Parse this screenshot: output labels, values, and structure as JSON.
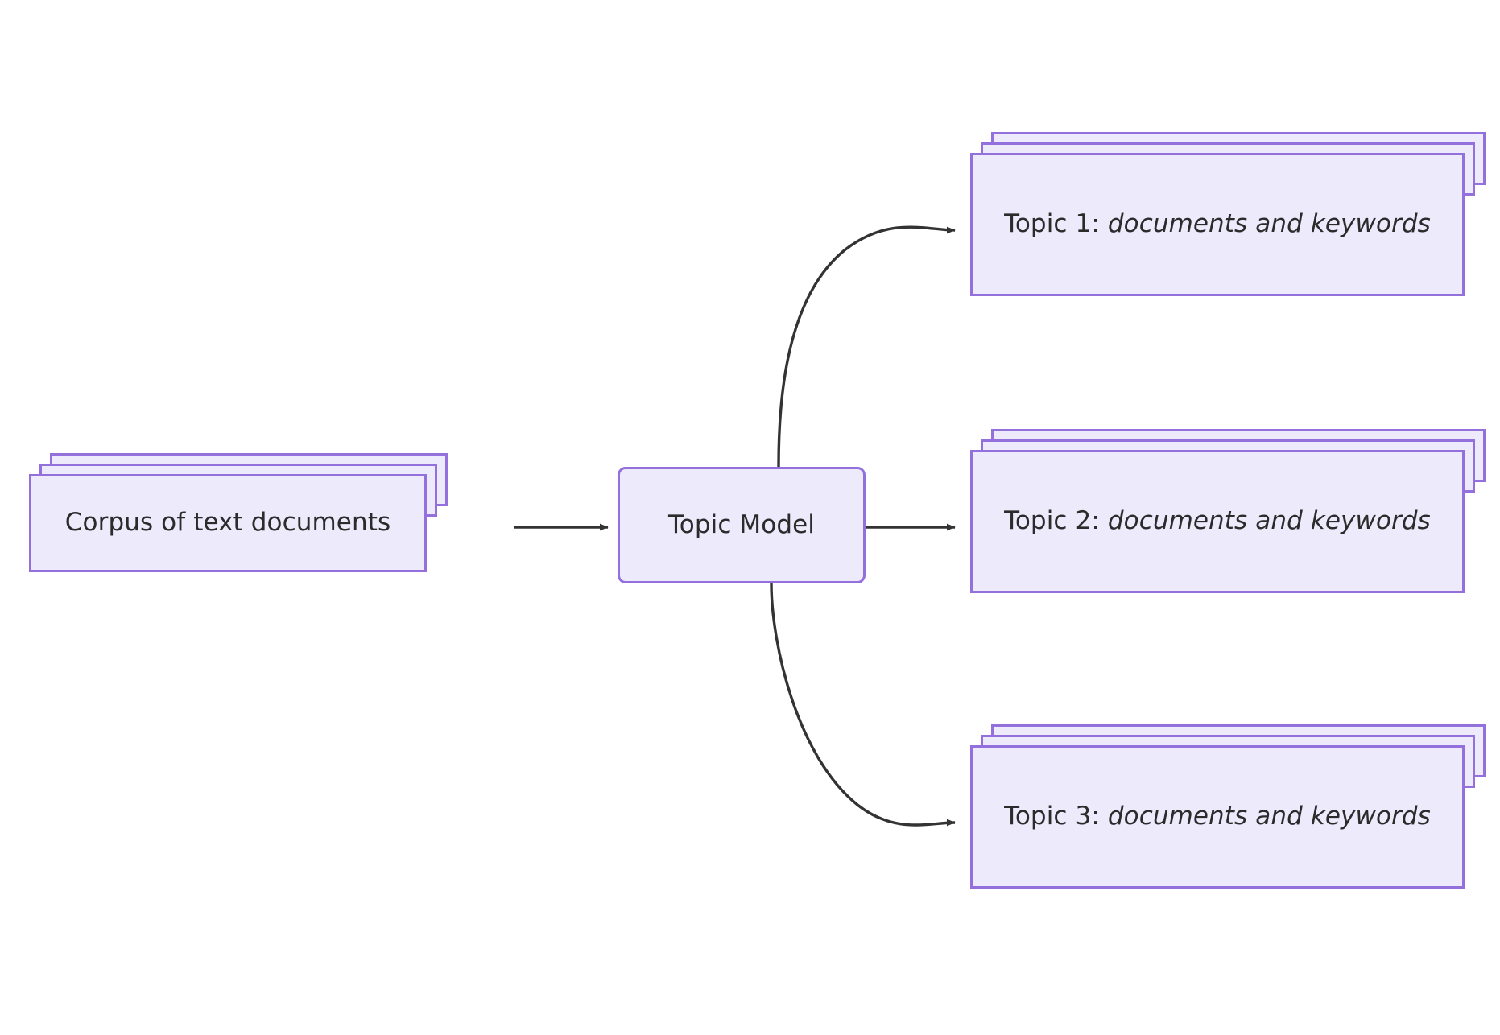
{
  "diagram": {
    "type": "flowchart",
    "direction": "left-to-right",
    "theme": {
      "node_fill": "#ECEAFB",
      "node_stroke": "#9370DB",
      "edge_stroke": "#333333",
      "text_color": "#2B2B2B",
      "background": "#FFFFFF"
    },
    "nodes": [
      {
        "id": "corpus",
        "shape": "stacked-documents",
        "label": "Corpus of text documents",
        "label_plain": "Corpus of text documents",
        "label_italic": ""
      },
      {
        "id": "model",
        "shape": "rounded-rect",
        "label": "Topic Model",
        "label_plain": "Topic Model",
        "label_italic": ""
      },
      {
        "id": "topic1",
        "shape": "stacked-documents",
        "label": "Topic 1: documents and keywords",
        "label_plain": "Topic 1: ",
        "label_italic": "documents and keywords"
      },
      {
        "id": "topic2",
        "shape": "stacked-documents",
        "label": "Topic 2: documents and keywords",
        "label_plain": "Topic 2: ",
        "label_italic": "documents and keywords"
      },
      {
        "id": "topic3",
        "shape": "stacked-documents",
        "label": "Topic 3: documents and keywords",
        "label_plain": "Topic 3: ",
        "label_italic": "documents and keywords"
      }
    ],
    "edges": [
      {
        "from": "corpus",
        "to": "model",
        "label": "",
        "style": "solid-arrow"
      },
      {
        "from": "model",
        "to": "topic1",
        "label": "",
        "style": "curved-arrow"
      },
      {
        "from": "model",
        "to": "topic2",
        "label": "",
        "style": "solid-arrow"
      },
      {
        "from": "model",
        "to": "topic3",
        "label": "",
        "style": "curved-arrow"
      }
    ]
  }
}
